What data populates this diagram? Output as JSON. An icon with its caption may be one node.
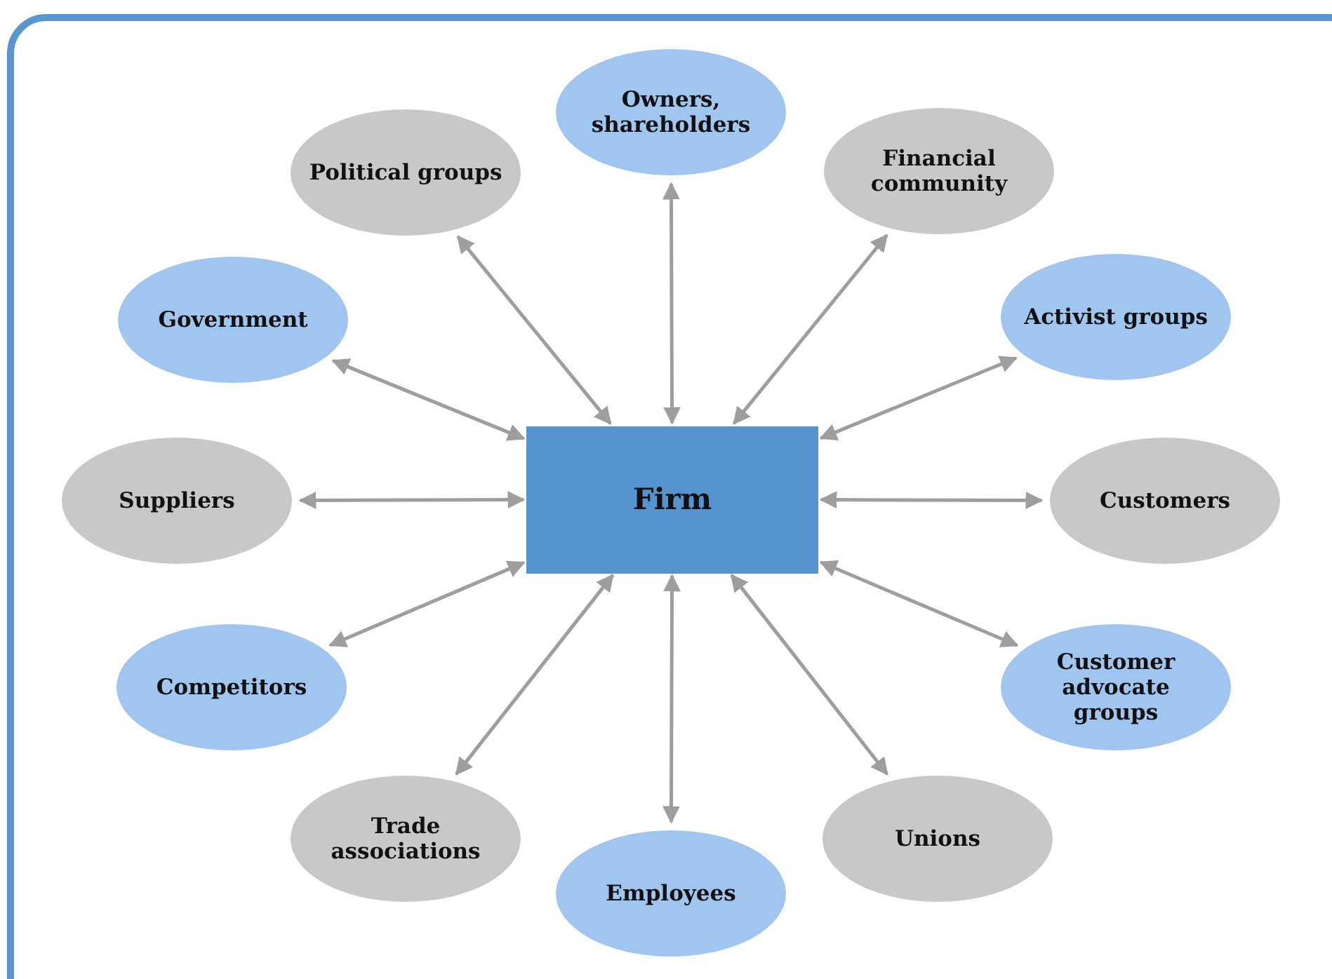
{
  "diagram": {
    "nodes": [
      {
        "text": [
          "Owners, shareholders"
        ]
      },
      {
        "text": [
          "Political groups"
        ]
      },
      {
        "text": [
          "Financial community"
        ]
      },
      {
        "text": [
          "Government"
        ]
      },
      {
        "text": [
          "Activist groups"
        ]
      },
      {
        "text": [
          "Suppliers"
        ]
      },
      {
        "text": [
          "Firm"
        ]
      },
      {
        "text": [
          "Customers"
        ]
      },
      {
        "text": [
          "Competitors"
        ]
      },
      {
        "text": [
          "Customer advocate groups"
        ]
      },
      {
        "text": [
          "Trade associations"
        ]
      },
      {
        "text": [
          "Unions"
        ]
      },
      {
        "text": [
          "Employees"
        ]
      }
    ],
    "edges": [
      {
        "from": 6,
        "to": 0,
        "arrow": "both"
      },
      {
        "from": 6,
        "to": 1,
        "arrow": "both"
      },
      {
        "from": 6,
        "to": 2,
        "arrow": "both"
      },
      {
        "from": 6,
        "to": 3,
        "arrow": "both"
      },
      {
        "from": 6,
        "to": 4,
        "arrow": "both"
      },
      {
        "from": 6,
        "to": 5,
        "arrow": "both"
      },
      {
        "from": 6,
        "to": 7,
        "arrow": "both"
      },
      {
        "from": 6,
        "to": 8,
        "arrow": "both"
      },
      {
        "from": 6,
        "to": 9,
        "arrow": "both"
      },
      {
        "from": 6,
        "to": 10,
        "arrow": "both"
      },
      {
        "from": 6,
        "to": 11,
        "arrow": "both"
      },
      {
        "from": 6,
        "to": 12,
        "arrow": "both"
      }
    ]
  }
}
